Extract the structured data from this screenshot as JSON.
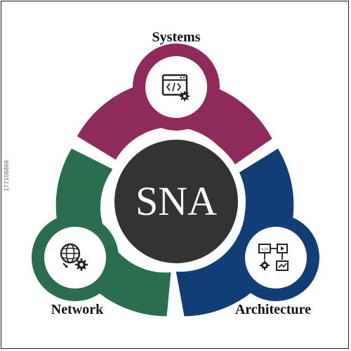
{
  "center": {
    "label": "SNA"
  },
  "segments": [
    {
      "key": "systems",
      "label": "Systems",
      "color": "#8e2b5c",
      "icon": "code-window-gear-icon"
    },
    {
      "key": "network",
      "label": "Network",
      "color": "#2b6e4f",
      "icon": "globe-network-gear-icon"
    },
    {
      "key": "architecture",
      "label": "Architecture",
      "color": "#123e78",
      "icon": "architecture-flow-icon"
    }
  ],
  "stock_id": "177106866",
  "colors": {
    "hub": "#333333",
    "ring": "#ffffff",
    "text": "#111111"
  }
}
